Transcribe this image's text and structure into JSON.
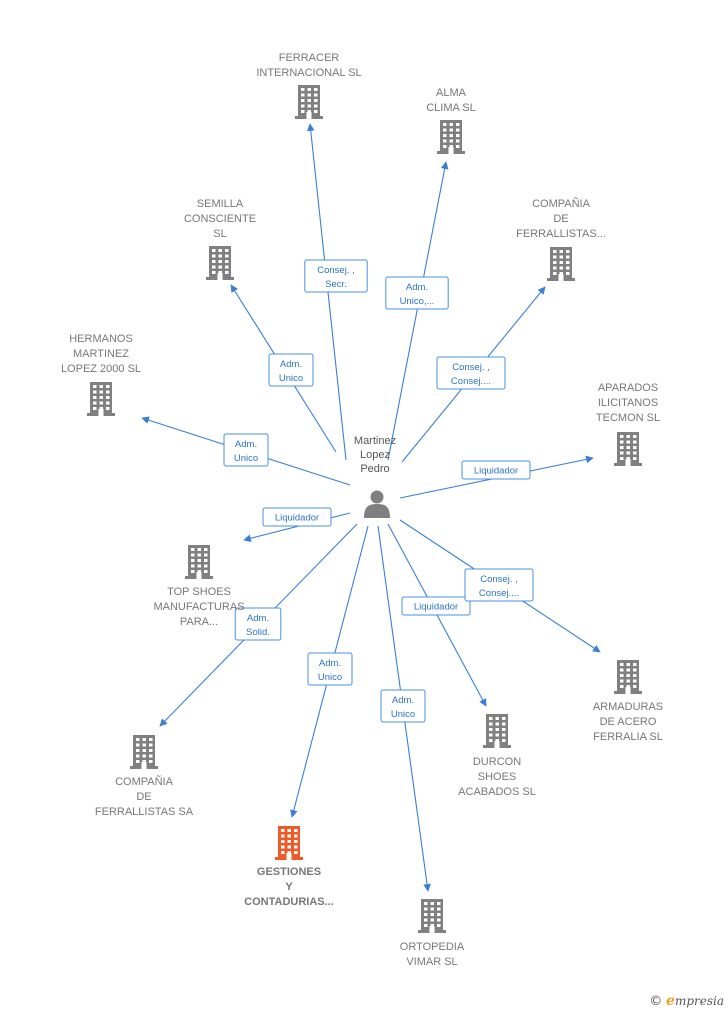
{
  "center": {
    "name_lines": [
      "Martinez",
      "Lopez",
      "Pedro"
    ],
    "icon": "person-icon"
  },
  "colors": {
    "edge": "#3a7fd5",
    "building": "#808080",
    "building_highlight": "#f05a28",
    "role_text": "#2b73c8"
  },
  "companies": [
    {
      "id": "ferracer",
      "lines": [
        "FERRACER",
        "INTERNACIONAL SL"
      ],
      "role_lines": [
        "Consej. ,",
        "Secr."
      ],
      "icon": "building-icon"
    },
    {
      "id": "alma",
      "lines": [
        "ALMA",
        "CLIMA  SL"
      ],
      "role_lines": [
        "Adm.",
        "Unico,..."
      ],
      "icon": "building-icon"
    },
    {
      "id": "semilla",
      "lines": [
        "SEMILLA",
        "CONSCIENTE",
        "SL"
      ],
      "role_lines": [
        "Adm.",
        "Unico"
      ],
      "icon": "building-icon"
    },
    {
      "id": "compania-ferrallistas-dots",
      "lines": [
        "COMPAÑIA",
        "DE",
        "FERRALLISTAS..."
      ],
      "role_lines": [
        "Consej. ,",
        "Consej...."
      ],
      "icon": "building-icon"
    },
    {
      "id": "hermanos",
      "lines": [
        "HERMANOS",
        "MARTINEZ",
        "LOPEZ 2000 SL"
      ],
      "role_lines": [
        "Adm.",
        "Unico"
      ],
      "icon": "building-icon"
    },
    {
      "id": "aparados",
      "lines": [
        "APARADOS",
        "ILICITANOS",
        "TECMON SL"
      ],
      "role_lines": [
        "Liquidador"
      ],
      "icon": "building-icon"
    },
    {
      "id": "top-shoes",
      "lines": [
        "TOP SHOES",
        "MANUFACTURAS",
        "PARA..."
      ],
      "role_lines": [
        "Liquidador"
      ],
      "icon": "building-icon"
    },
    {
      "id": "compania-ferrallistas-sa",
      "lines": [
        "COMPAÑIA",
        "DE",
        "FERRALLISTAS SA"
      ],
      "role_lines": [
        "Adm.",
        "Solid."
      ],
      "icon": "building-icon"
    },
    {
      "id": "gestiones",
      "lines": [
        "GESTIONES",
        "Y",
        "CONTADURIAS..."
      ],
      "role_lines": [
        "Adm.",
        "Unico"
      ],
      "icon": "building-icon",
      "highlight": true
    },
    {
      "id": "ortopedia",
      "lines": [
        "ORTOPEDIA",
        "VIMAR SL"
      ],
      "role_lines": [
        "Adm.",
        "Unico"
      ],
      "icon": "building-icon"
    },
    {
      "id": "durcon",
      "lines": [
        "DURCON",
        "SHOES",
        "ACABADOS  SL"
      ],
      "role_lines": [
        "Liquidador"
      ],
      "icon": "building-icon"
    },
    {
      "id": "armaduras",
      "lines": [
        "ARMADURAS",
        "DE ACERO",
        "FERRALIA  SL"
      ],
      "role_lines": [
        "Consej. ,",
        "Consej...."
      ],
      "icon": "building-icon"
    }
  ],
  "brand": {
    "copyright": "©",
    "initial": "e",
    "rest": "mpresia"
  }
}
